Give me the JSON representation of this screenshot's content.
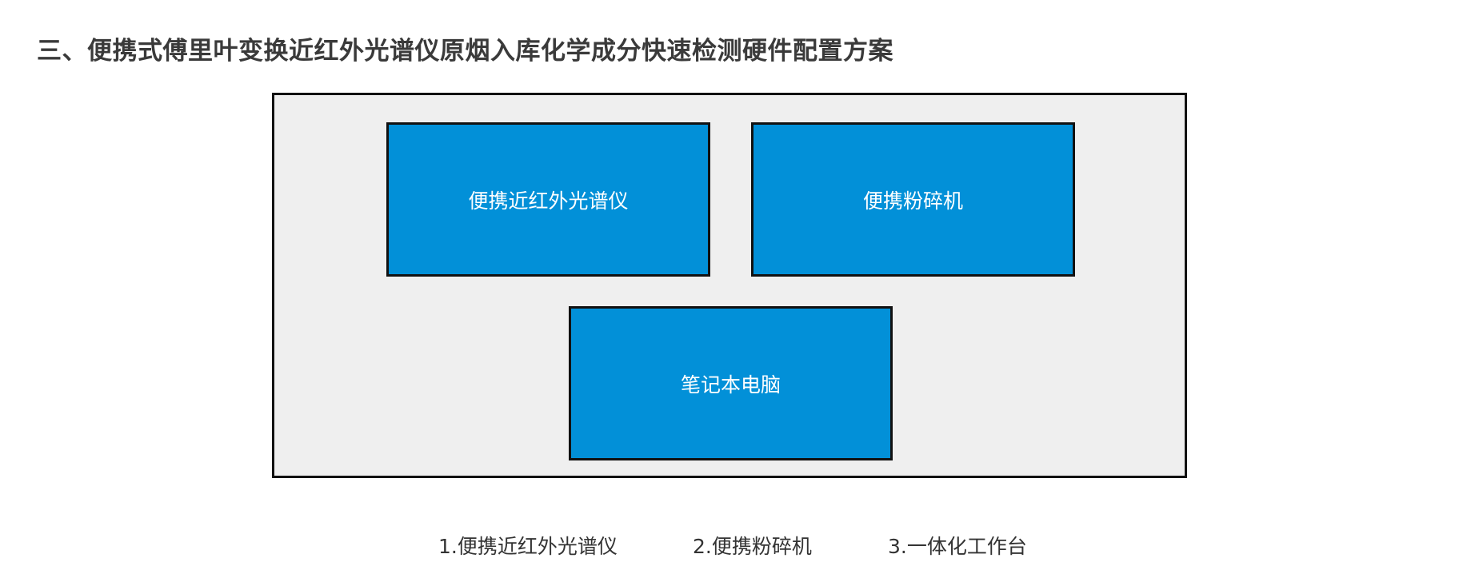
{
  "title": "三、便携式傅里叶变换近红外光谱仪原烟入库化学成分快速检测硬件配置方案",
  "colors": {
    "box_fill": "#0290d8",
    "frame_fill": "#efefef",
    "border": "#111111",
    "title_text": "#3a3a3a"
  },
  "diagram": {
    "boxes": [
      {
        "label": "便携近红外光谱仪"
      },
      {
        "label": "便携粉碎机"
      },
      {
        "label": "笔记本电脑"
      }
    ]
  },
  "captions": [
    "1.便携近红外光谱仪",
    "2.便携粉碎机",
    "3.一体化工作台"
  ]
}
